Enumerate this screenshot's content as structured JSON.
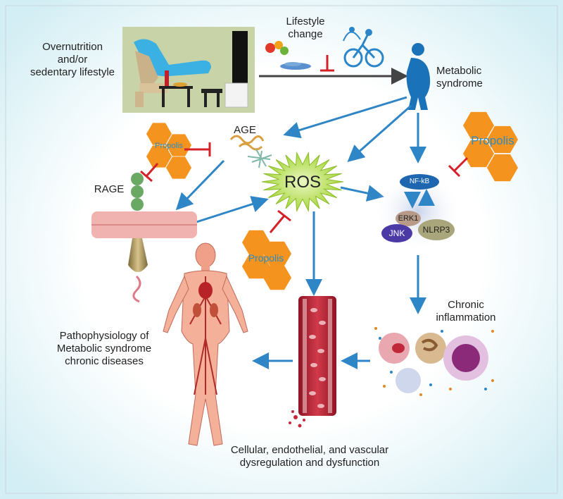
{
  "labels": {
    "input_line1": "Overnutrition",
    "input_line2": "and/or",
    "input_line3": "sedentary lifestyle",
    "lifestyle_line1": "Lifestyle",
    "lifestyle_line2": "change",
    "metabolic_line1": "Metabolic",
    "metabolic_line2": "syndrome",
    "age": "AGE",
    "rage": "RAGE",
    "ros": "ROS",
    "propolis": "Propolis",
    "nfkb": "NF-kB",
    "erk1": "ERK1",
    "jnk": "JNK",
    "nlrp3": "NLRP3",
    "chronic_line1": "Chronic",
    "chronic_line2": "inflammation",
    "patho_line1": "Pathophysiology of",
    "patho_line2": "Metabolic syndrome",
    "patho_line3": "chronic diseases",
    "cellular_line1": "Cellular, endothelial, and vascular",
    "cellular_line2": "dysregulation and dysfunction"
  },
  "colors": {
    "background_inner": "#ffffff",
    "background_outer": "#d3eef4",
    "arrow": "#2f86c6",
    "inhibit": "#d42027",
    "propolis_hex": "#f4931e",
    "propolis_text": "#2a8cc4",
    "ros_star": "#b7df4a",
    "silhouette": "#1a73b8",
    "nfkb": "#1e66b0",
    "erk1": "#b89a88",
    "jnk": "#4b3aa6",
    "nlrp3": "#a8a67a",
    "vessel": "#c6283a",
    "body": "#f0a088"
  }
}
